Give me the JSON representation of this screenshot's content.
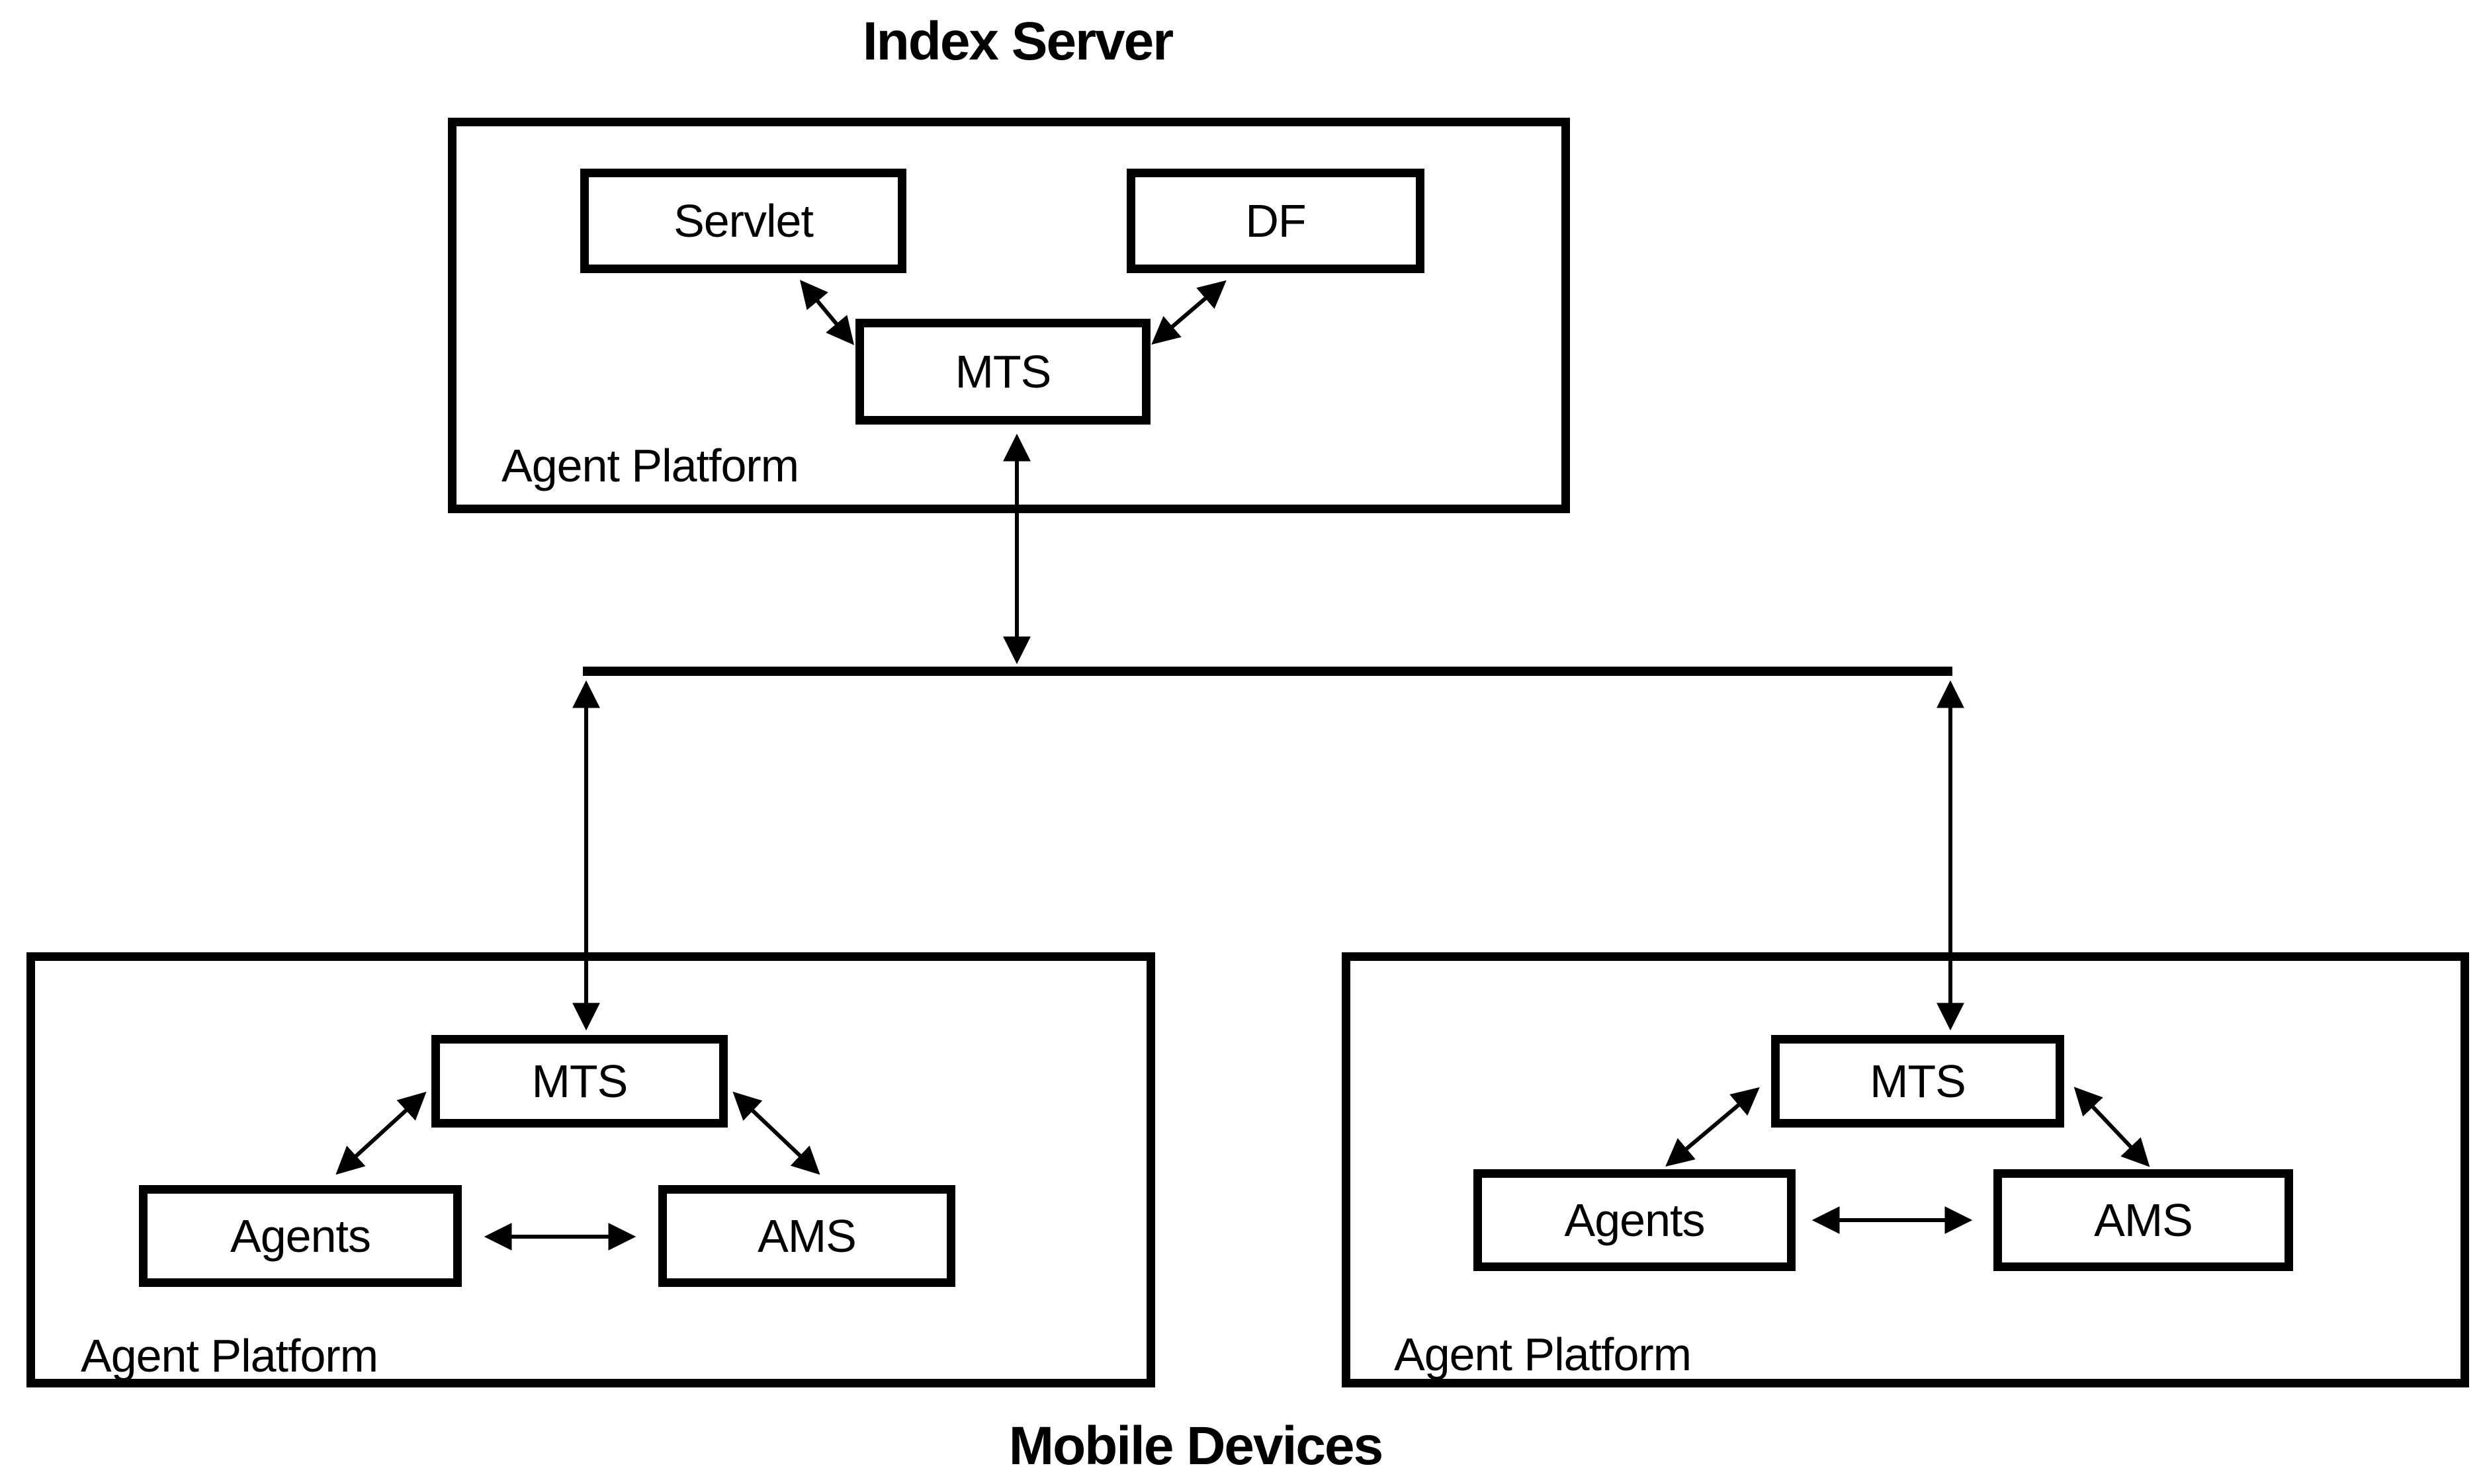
{
  "diagram": {
    "title": "Index Server",
    "footer": "Mobile Devices",
    "colors": {
      "line": "#000000",
      "background": "#ffffff"
    },
    "index_platform": {
      "label": "Agent Platform",
      "nodes": {
        "servlet": "Servlet",
        "df": "DF",
        "mts": "MTS"
      }
    },
    "mobile_platform_left": {
      "label": "Agent Platform",
      "nodes": {
        "mts": "MTS",
        "agents": "Agents",
        "ams": "AMS"
      }
    },
    "mobile_platform_right": {
      "label": "Agent Platform",
      "nodes": {
        "mts": "MTS",
        "agents": "Agents",
        "ams": "AMS"
      }
    }
  }
}
